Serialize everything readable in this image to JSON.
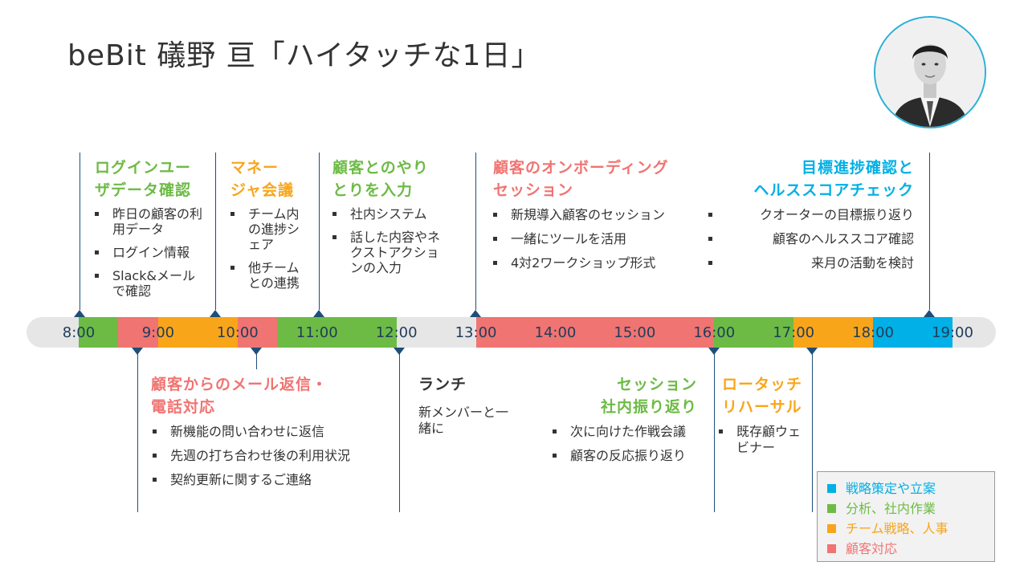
{
  "title": "beBit 礒野 亘「ハイタッチな1日」",
  "colors": {
    "blue": "#00b0e6",
    "green": "#6dbb45",
    "orange": "#f9a51a",
    "red": "#f07472",
    "line": "#1f4e79"
  },
  "timeline": {
    "ticks": [
      "8:00",
      "9:00",
      "10:00",
      "11:00",
      "12:00",
      "13:00",
      "14:00",
      "15:00",
      "16:00",
      "17:00",
      "18:00",
      "19:00"
    ],
    "segments": [
      {
        "from": 8.0,
        "to": 8.5,
        "category": "green"
      },
      {
        "from": 8.5,
        "to": 9.0,
        "category": "red"
      },
      {
        "from": 9.0,
        "to": 10.0,
        "category": "orange"
      },
      {
        "from": 10.0,
        "to": 10.5,
        "category": "red"
      },
      {
        "from": 10.5,
        "to": 12.0,
        "category": "green"
      },
      {
        "from": 13.0,
        "to": 16.0,
        "category": "red"
      },
      {
        "from": 16.0,
        "to": 17.0,
        "category": "green"
      },
      {
        "from": 17.0,
        "to": 18.0,
        "category": "orange"
      },
      {
        "from": 18.0,
        "to": 19.0,
        "category": "blue"
      }
    ]
  },
  "events_top": [
    {
      "heading": "ログインユー\nザデータ確認",
      "color": "green",
      "items": [
        "昨日の顧客の利用データ",
        "ログイン情報",
        "Slack&メールで確認"
      ]
    },
    {
      "heading": "マネー\nジャ会議",
      "color": "orange",
      "items": [
        "チーム内の進捗シェア",
        "他チームとの連携"
      ]
    },
    {
      "heading": "顧客とのやり\nとりを入力",
      "color": "green",
      "items": [
        "社内システム",
        "話した内容やネクストアクションの入力"
      ]
    },
    {
      "heading": "顧客のオンボーディング\nセッション",
      "color": "red",
      "items": [
        "新規導入顧客のセッション",
        "一緒にツールを活用",
        "4対2ワークショップ形式"
      ]
    },
    {
      "heading": "目標進捗確認と\nヘルススコアチェック",
      "color": "blue",
      "items": [
        "クオーターの目標振り返り",
        "顧客のヘルススコア確認",
        "来月の活動を検討"
      ]
    }
  ],
  "events_bottom": [
    {
      "heading": "顧客からのメール返信・\n電話対応",
      "color": "red",
      "items": [
        "新機能の問い合わせに返信",
        "先週の打ち合わせ後の利用状況",
        "契約更新に関するご連絡"
      ]
    },
    {
      "heading": "ランチ",
      "color": "gray",
      "text": "新メンバーと一緒に"
    },
    {
      "heading": "セッション\n社内振り返り",
      "color": "green",
      "items": [
        "次に向けた作戦会議",
        "顧客の反応振り返り"
      ]
    },
    {
      "heading": "ロータッチ\nリハーサル",
      "color": "orange",
      "items": [
        "既存顧ウェビナー"
      ]
    }
  ],
  "legend": [
    {
      "label": "戦略策定や立案",
      "color": "blue"
    },
    {
      "label": "分析、社内作業",
      "color": "green"
    },
    {
      "label": "チーム戦略、人事",
      "color": "orange"
    },
    {
      "label": "顧客対応",
      "color": "red"
    }
  ]
}
